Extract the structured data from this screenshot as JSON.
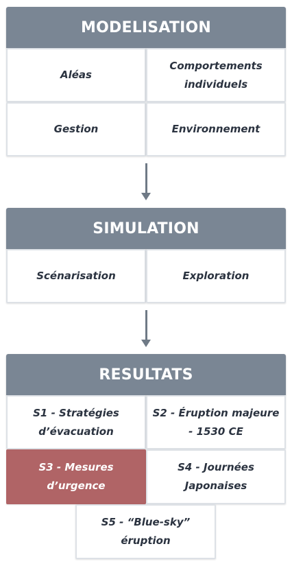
{
  "modelisation": {
    "title": "MODELISATION",
    "items": [
      "Aléas",
      "Comportements individuels",
      "Gestion",
      "Environnement"
    ]
  },
  "simulation": {
    "title": "SIMULATION",
    "items": [
      "Scénarisation",
      "Exploration"
    ]
  },
  "resultats": {
    "title": "RESULTATS",
    "items": [
      "S1 - Stratégies d’évacuation",
      "S2 - Éruption majeure - 1530 CE",
      "S3 - Mesures d’urgence",
      "S4 - Journées Japonaises",
      "S5 - “Blue-sky” éruption"
    ]
  },
  "colors": {
    "header": "#7a8694",
    "highlight": "#b06466",
    "text": "#2b3340",
    "arrow": "#6f7a86"
  }
}
